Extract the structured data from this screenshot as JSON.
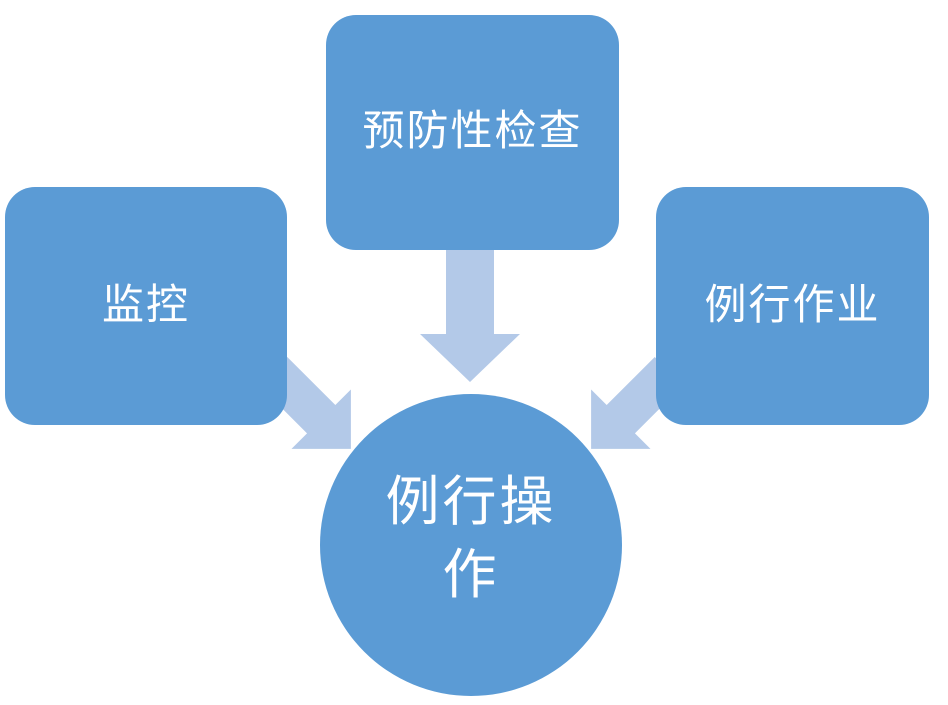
{
  "diagram_title": "routine-operation-diagram",
  "colors": {
    "node_fill": "#5b9bd5",
    "arrow_fill": "#b3c9e8",
    "text": "#ffffff",
    "background": "#ffffff"
  },
  "nodes": {
    "top": {
      "label": "预防性检查"
    },
    "left": {
      "label": "监控"
    },
    "right": {
      "label": "例行作业"
    },
    "center": {
      "label": "例行操作"
    }
  },
  "arrows": [
    {
      "name": "top-to-center",
      "direction": "down"
    },
    {
      "name": "left-to-center",
      "direction": "down-right"
    },
    {
      "name": "right-to-center",
      "direction": "down-left"
    }
  ]
}
